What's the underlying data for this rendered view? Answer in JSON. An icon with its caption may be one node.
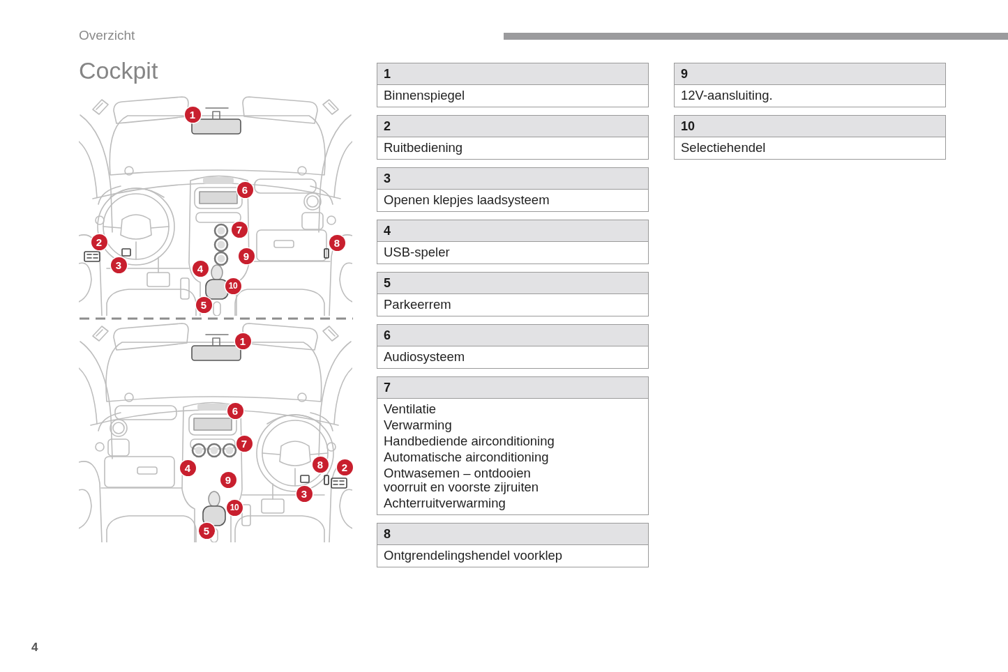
{
  "diagram": {
    "title": "Cockpit",
    "nodes": [
      {
        "text": [
          "1",
          "Binnenspiegel"
        ]
      },
      {
        "text": [
          "2",
          "Ruitbediening"
        ]
      },
      {
        "text": [
          "3",
          "Openen klepjes laadsysteem"
        ]
      },
      {
        "text": [
          "4",
          "USB-speler"
        ]
      },
      {
        "text": [
          "5",
          "Parkeerrem"
        ]
      },
      {
        "text": [
          "6",
          "Audiosysteem"
        ]
      },
      {
        "text": [
          "7",
          "Ventilatie",
          "Verwarming",
          "Handbediende airconditioning",
          "Automatische airconditioning",
          "Ontwasemen – ontdooien voorruit en voorste zijruiten",
          "Achterruitverwarming"
        ]
      },
      {
        "text": [
          "8",
          "Ontgrendelingshendel voorklep"
        ]
      },
      {
        "text": [
          "9",
          "12V-aansluiting."
        ]
      },
      {
        "text": [
          "10",
          "Selectiehendel"
        ]
      }
    ],
    "labels": [
      "Overzicht",
      "1",
      "6",
      "7",
      "2",
      "8",
      "9",
      "3",
      "4",
      "10",
      "5",
      "1",
      "6",
      "7",
      "4",
      "8",
      "2",
      "9",
      "3",
      "10",
      "5",
      "4"
    ]
  }
}
